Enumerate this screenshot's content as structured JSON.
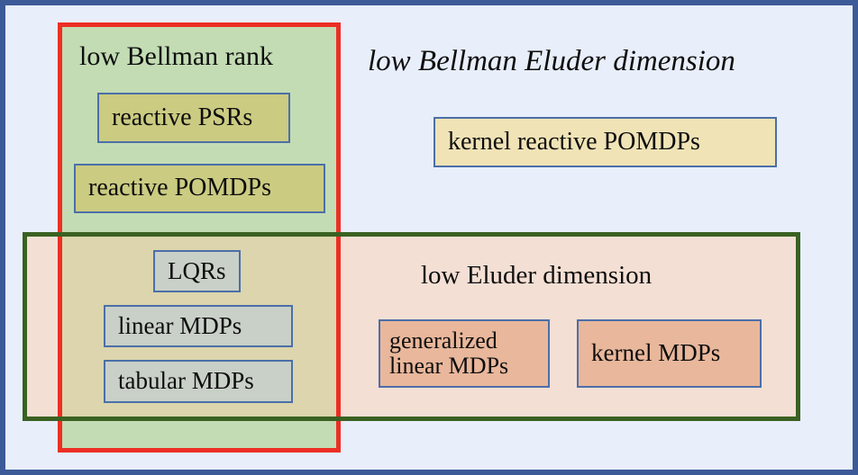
{
  "figure": {
    "type": "venn-set-diagram",
    "frame": {
      "border_color": "#3d5a98",
      "background_color": "#e8eefa"
    }
  },
  "regions": [
    {
      "id": "bellman-rank",
      "label": "low Bellman rank",
      "border_color": "#ed2e24",
      "fill_color": "#c3dcb4"
    },
    {
      "id": "bellman-eluder",
      "label": "low Bellman Eluder dimension",
      "border_color": "#3d5a98",
      "fill_color": "#e8eefa",
      "style": "italic"
    },
    {
      "id": "eluder",
      "label": "low Eluder dimension",
      "border_color": "#3a6122",
      "fill_color": "#f4dfd4"
    },
    {
      "id": "intersection",
      "label": "",
      "fill_color": "#dcd5ad"
    }
  ],
  "boxes": {
    "reactive_psrs": "reactive PSRs",
    "reactive_pomdps": "reactive POMDPs",
    "kernel_reactive_pomdps": "kernel reactive POMDPs",
    "lqrs": "LQRs",
    "linear_mdps": "linear MDPs",
    "tabular_mdps": "tabular MDPs",
    "generalized_linear_mdps": "generalized\nlinear MDPs",
    "kernel_mdps": "kernel MDPs"
  },
  "box_colors": {
    "olive": "#cbcb82",
    "cream": "#f0e3b6",
    "gray": "#c9d0c8",
    "salmon": "#e9b79b",
    "border": "#4b6fa8"
  }
}
